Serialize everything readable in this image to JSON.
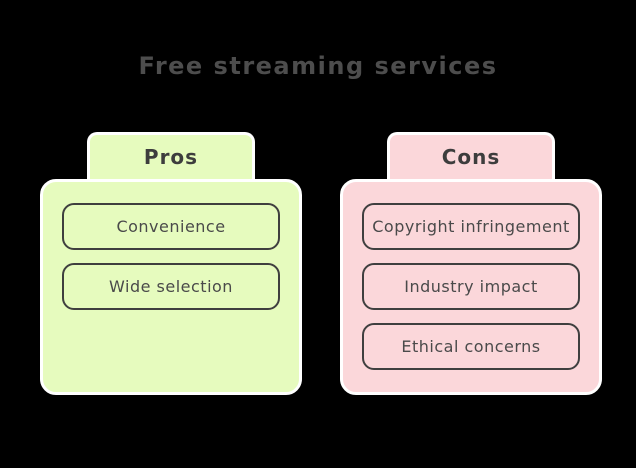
{
  "title": "Free streaming services",
  "colors": {
    "background": "#000000",
    "pros_fill": "#E6FBBE",
    "cons_fill": "#FBD7DA",
    "outline_white": "#FFFFFF",
    "item_border": "#3F3F3F",
    "item_text": "#4A4A4A",
    "header_text": "#3D3D3D",
    "title_text": "#4D4D4D"
  },
  "columns": [
    {
      "label": "Pros",
      "items": [
        "Convenience",
        "Wide selection"
      ]
    },
    {
      "label": "Cons",
      "items": [
        "Copyright infringement",
        "Industry impact",
        "Ethical concerns"
      ]
    }
  ]
}
